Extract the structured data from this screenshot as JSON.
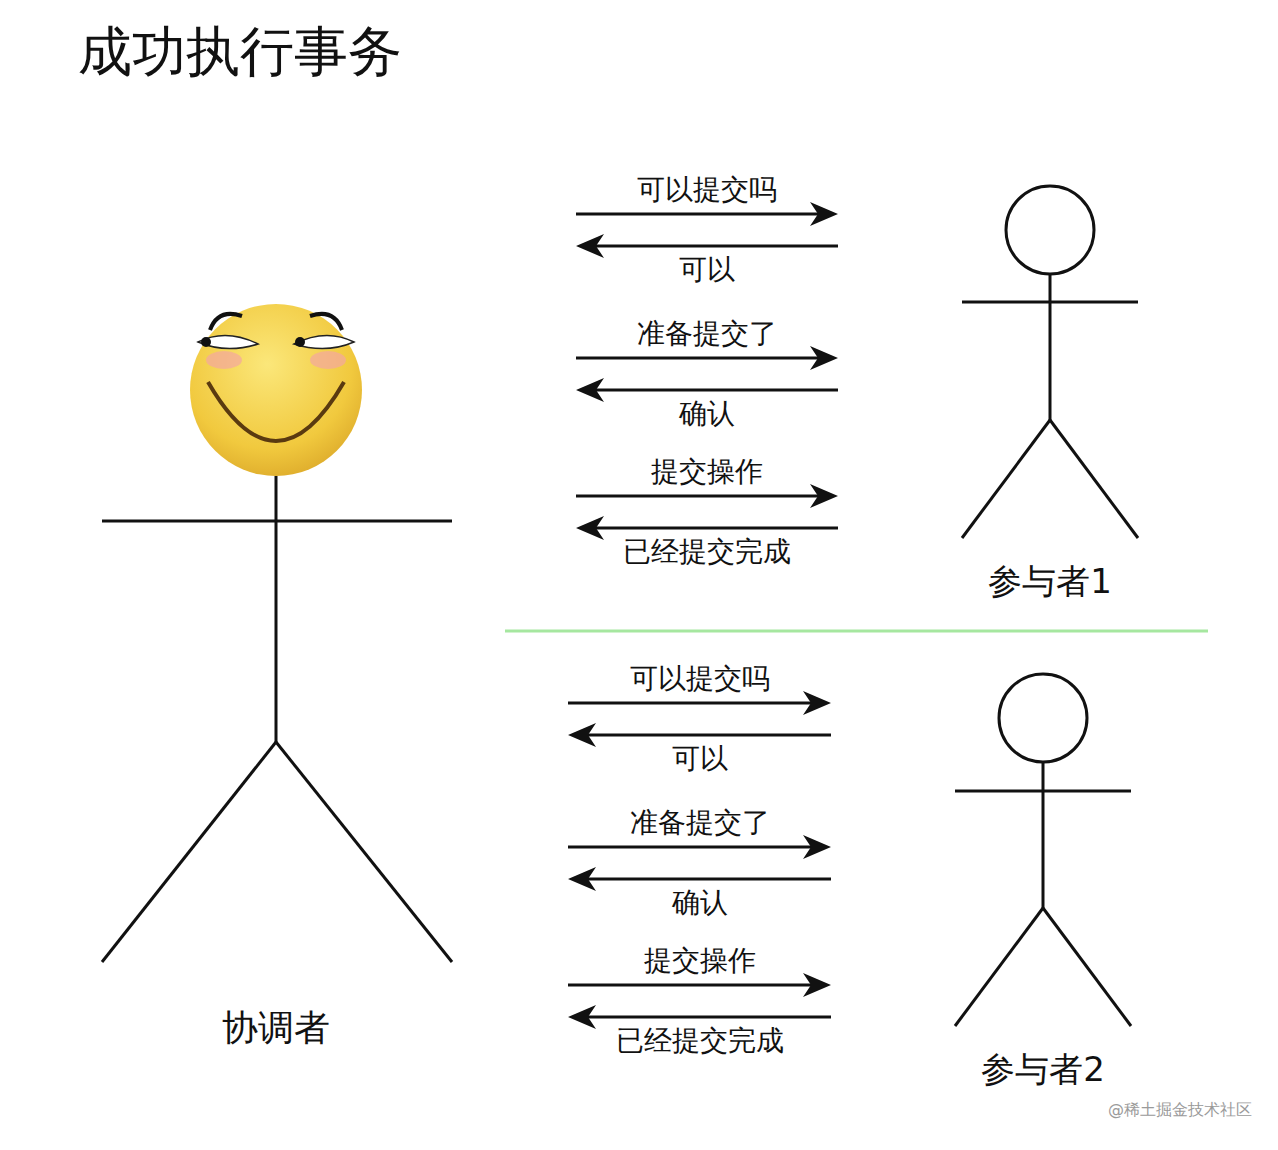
{
  "diagram": {
    "title": "成功执行事务",
    "nodes": [
      {
        "text": [
          "协调者"
        ]
      },
      {
        "text": [
          "参与者1"
        ]
      },
      {
        "text": [
          "参与者2"
        ]
      }
    ],
    "edges": [
      {
        "from": 0,
        "to": 1,
        "label": "可以提交吗",
        "arrow": "to"
      },
      {
        "from": 1,
        "to": 0,
        "label": "可以",
        "arrow": "to"
      },
      {
        "from": 0,
        "to": 1,
        "label": "准备提交了",
        "arrow": "to"
      },
      {
        "from": 1,
        "to": 0,
        "label": "确认",
        "arrow": "to"
      },
      {
        "from": 0,
        "to": 1,
        "label": "提交操作",
        "arrow": "to"
      },
      {
        "from": 1,
        "to": 0,
        "label": "已经提交完成",
        "arrow": "to"
      },
      {
        "from": 0,
        "to": 2,
        "label": "可以提交吗",
        "arrow": "to"
      },
      {
        "from": 2,
        "to": 0,
        "label": "可以",
        "arrow": "to"
      },
      {
        "from": 0,
        "to": 2,
        "label": "准备提交了",
        "arrow": "to"
      },
      {
        "from": 2,
        "to": 0,
        "label": "确认",
        "arrow": "to"
      },
      {
        "from": 0,
        "to": 2,
        "label": "提交操作",
        "arrow": "to"
      },
      {
        "from": 2,
        "to": 0,
        "label": "已经提交完成",
        "arrow": "to"
      }
    ],
    "labels": [
      "@稀土掘金技术社区"
    ]
  }
}
